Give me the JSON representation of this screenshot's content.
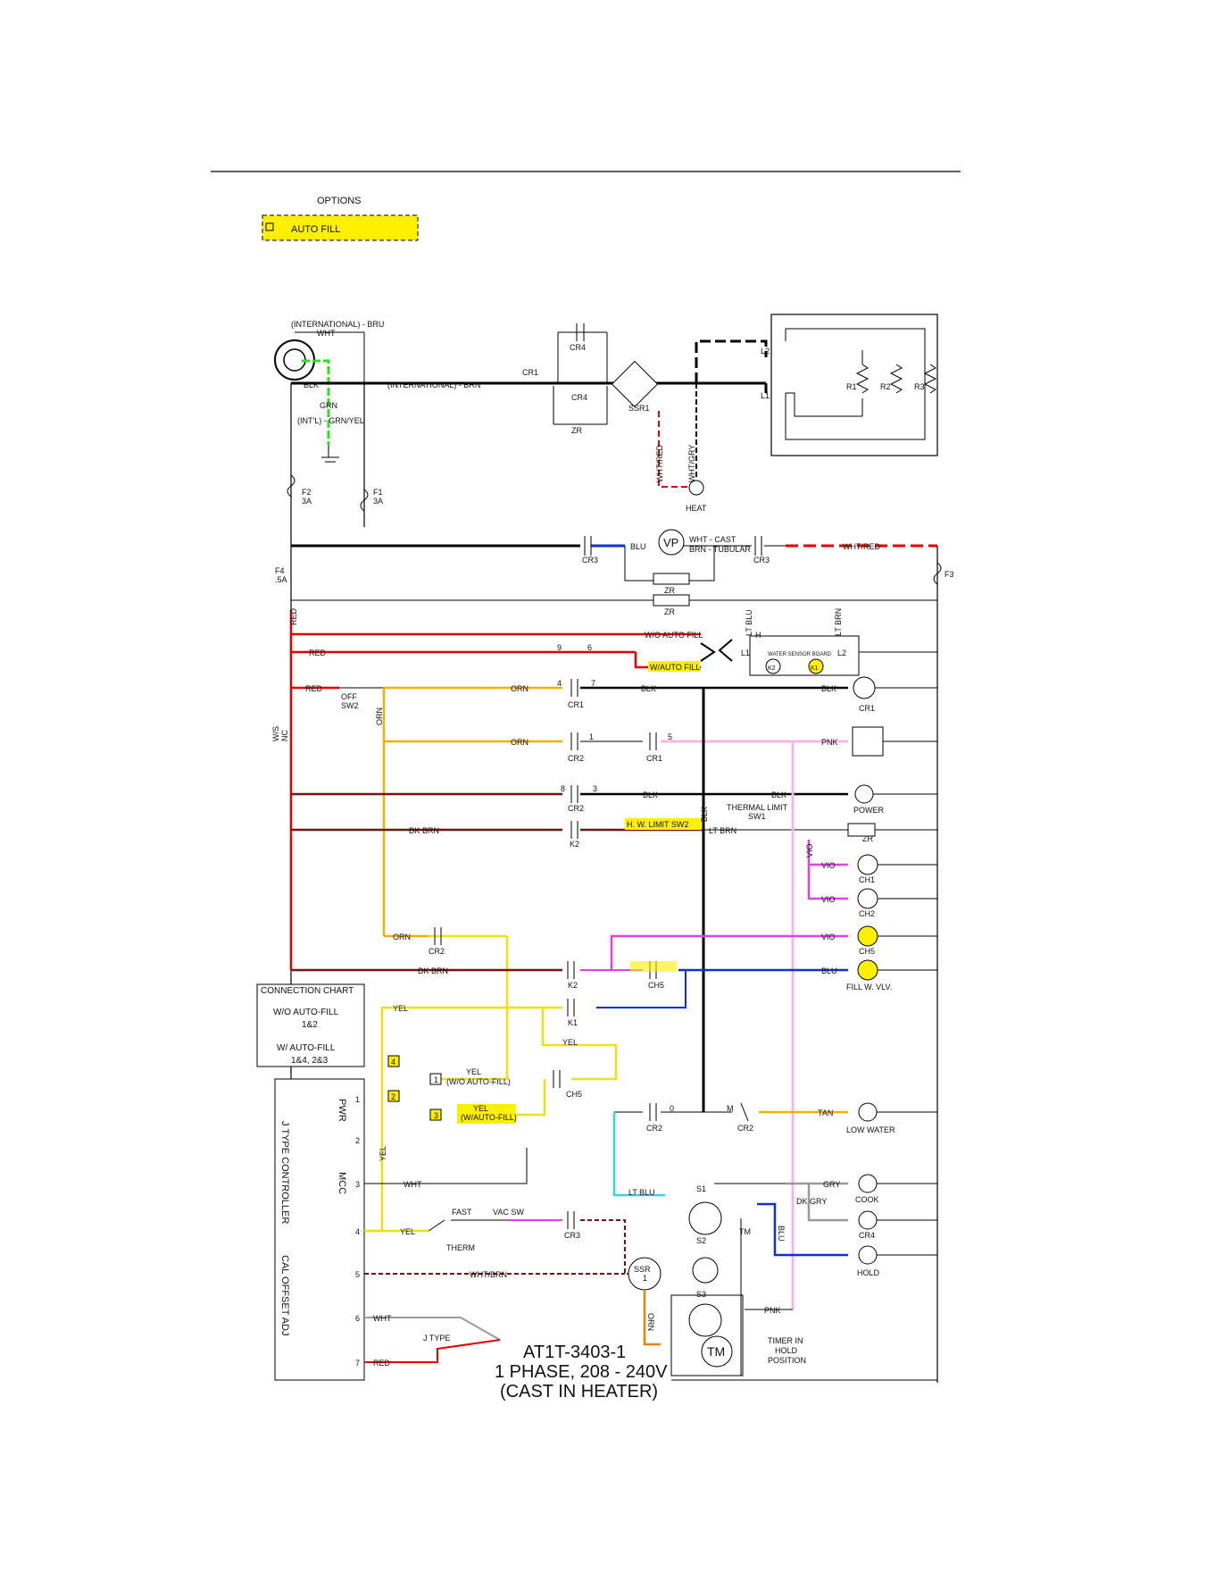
{
  "options": {
    "title": "OPTIONS",
    "auto_fill": "AUTO FILL"
  },
  "colors": {
    "black": "#000000",
    "red": "#e00000",
    "dk_brown": "#7a1010",
    "yellow": "#f5e600",
    "yellow_wire": "#f0df10",
    "orange": "#f0b000",
    "blue": "#1030d0",
    "pink": "#f4b7e8",
    "violet": "#e040e0",
    "cyan": "#30d8e0",
    "green": "#30e020",
    "gray": "#9a9a9a",
    "highlight": "#ffef00"
  },
  "top": {
    "international_bru": "(INTERNATIONAL) - BRU",
    "wht": "WHT",
    "blk": "BLK",
    "grn": "GRN",
    "intl_grn_yel": "(INT'L) - GRN/YEL",
    "international_brn": "(INTERNATIONAL) - BRN",
    "cr4_top": "CR4",
    "cr1": "CR1",
    "cr4": "CR4",
    "zr": "ZR",
    "ssr1": "SSR1",
    "l2": "L2",
    "l1": "L1",
    "r1": "R1",
    "r2": "R2",
    "r3": "R3",
    "wht_red": "WHT/RED",
    "wht_gry": "WHT/GRY",
    "heat": "HEAT",
    "f2": "F2",
    "f2_rating": "3A",
    "f1": "F1",
    "f1_rating": "3A"
  },
  "vp_row": {
    "f4": "F4",
    "f4_rating": ".5A",
    "cr3a": "CR3",
    "blu": "BLU",
    "vp": "VP",
    "wht_cast": "WHT - CAST",
    "brn_tubular": "BRN - TUBULAR",
    "cr3b": "CR3",
    "wht_red": "WHT/RED",
    "f3": "F3",
    "zr1": "ZR",
    "zr2": "ZR"
  },
  "ladder": {
    "red_vert": "RED",
    "wo_auto_fill": "W/O AUTO FILL",
    "w_auto_fill": "W/AUTO FILL",
    "red": "RED",
    "red2": "RED",
    "off_sw2": "OFF",
    "sw2": "SW2",
    "orn_vert": "ORN",
    "ws_nc": "W/S",
    "ws_nc2": "NC",
    "orn1": "ORN",
    "cr1_a": "CR1",
    "blk1": "BLK",
    "blk1b": "BLK",
    "cr1_coil": "CR1",
    "orn2": "ORN",
    "cr2_nc": "CR2",
    "cr1_b": "CR1",
    "pnk": "PNK",
    "cr2_a": "CR2",
    "blk2": "BLK",
    "blk2b": "BLK",
    "power": "POWER",
    "dk_brn": "DK BRN",
    "k2": "K2",
    "hw_limit": "H. W. LIMIT SW2",
    "thermal_limit": "THERMAL LIMIT",
    "sw1": "SW1",
    "lt_brn": "LT BRN",
    "zr": "ZR",
    "vio_vert": "VIO",
    "blk_vert": "BLK",
    "vio1": "VIO",
    "ch1": "CH1",
    "vio2": "VIO",
    "ch2": "CH2",
    "orn3": "ORN",
    "cr2_b": "CR2",
    "vio3": "VIO",
    "ch5_coil": "CH5",
    "dk_brn2": "DK BRN",
    "k2_b": "K2",
    "ch5": "CH5",
    "blu": "BLU",
    "fill_w_vlv": "FILL W. VLV.",
    "lt_blu": "LT BLU",
    "ltbrn_top": "LT BRN",
    "h": "H",
    "water_sensor_board": "WATER SENSOR BOARD",
    "k1_a": "K2",
    "k1_b": "K1",
    "l1": "L1",
    "l2": "L2"
  },
  "contacts_nums": {
    "n9": "9",
    "n6": "6",
    "n4": "4",
    "n7": "7",
    "n1": "1",
    "n5": "5",
    "n8": "8",
    "n3": "3",
    "n0": "0",
    "nM": "M"
  },
  "connection_chart": {
    "title": "CONNECTION CHART",
    "wo": "W/O AUTO-FILL",
    "wo_pins": "1&2",
    "w": "W/ AUTO-FILL",
    "w_pins": "1&4, 2&3"
  },
  "lower": {
    "yel1": "YEL",
    "k1": "K1",
    "yel2": "YEL",
    "ch5": "CH5",
    "yel_wo": "YEL",
    "wo_autofill": "(W/O AUTO-FILL)",
    "yel_w": "YEL",
    "w_autofill": "(W/AUTO-FILL)",
    "box1": "1",
    "box2": "2",
    "box3": "3",
    "box4": "4",
    "cr2": "CR2",
    "cr2b": "CR2",
    "tan": "TAN",
    "low_water": "LOW WATER",
    "lt_blu": "LT BLU",
    "s1": "S1",
    "s2": "S2",
    "s3": "S3",
    "gry": "GRY",
    "dk_gry": "DK GRY",
    "cook": "COOK",
    "cr4": "CR4",
    "blu": "BLU",
    "hold": "HOLD",
    "tm": "TM",
    "tm_big": "TM",
    "pnk": "PNK",
    "timer_note": [
      "TIMER IN",
      "HOLD",
      "POSITION"
    ],
    "yel_vert": "YEL",
    "wht": "WHT",
    "yel3": "YEL",
    "fast": "FAST",
    "vac_sw": "VAC SW",
    "therm": "THERM",
    "cr3": "CR3",
    "wht_brn": "WHT/BRN",
    "ssr": "SSR",
    "ssr_n": "1",
    "orn": "ORN",
    "wht2": "WHT",
    "red": "RED",
    "j_type": "J TYPE",
    "ctrl_pwr": "PWR",
    "ctrl_mode": "J TYPE CONTROLLER",
    "ctrl_mcc": "MCC",
    "ctrl_cal": "CAL OFFSET ADJ",
    "pins": [
      "1",
      "2",
      "3",
      "4",
      "5",
      "6",
      "7"
    ],
    "part_no": "AT1T-3403-1",
    "phase": "1 PHASE, 208 - 240V",
    "heater": "(CAST IN HEATER)"
  }
}
